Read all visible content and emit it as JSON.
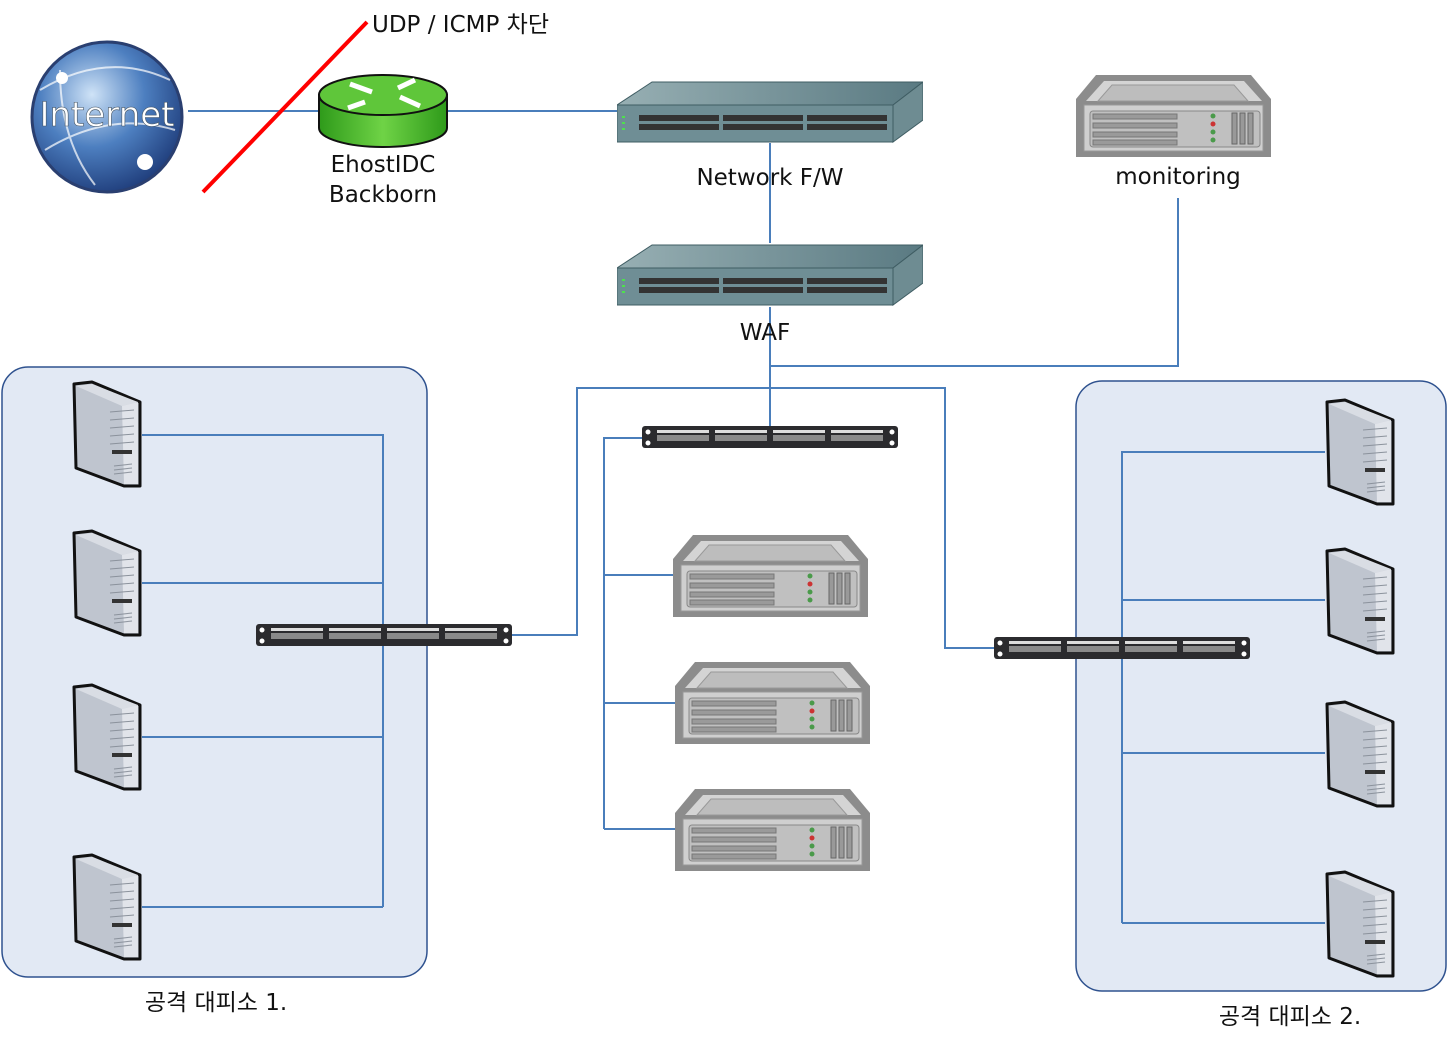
{
  "internet": {
    "label": "Internet"
  },
  "block_note": {
    "label": "UDP / ICMP 차단",
    "color": "#ff0000"
  },
  "router": {
    "line1": "EhostIDC",
    "line2": "Backborn",
    "color": "#4cbf2a"
  },
  "firewall": {
    "label": "Network F/W"
  },
  "waf": {
    "label": "WAF"
  },
  "monitoring": {
    "label": "monitoring"
  },
  "shelter1": {
    "label": "공격 대피소 1."
  },
  "shelter2": {
    "label": "공격 대피소 2."
  },
  "colors": {
    "link": "#4a7ebb",
    "group_fill": "#e2e9f4",
    "group_stroke": "#2f528f"
  }
}
